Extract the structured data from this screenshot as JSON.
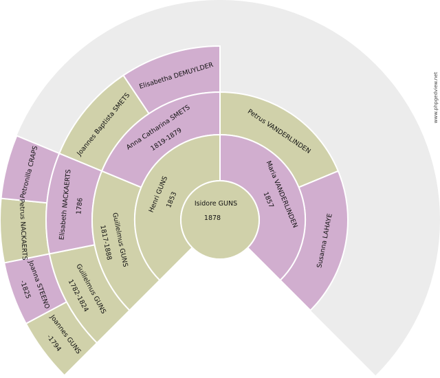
{
  "colors": {
    "background_ring": "#ececec",
    "male": "#d0d1aa",
    "female": "#d1aecf",
    "separator": "#ffffff",
    "text": "#111111"
  },
  "watermark": "www.phpgedview.net",
  "people": {
    "root": {
      "name": "Isidore GUNS",
      "dates": "1878",
      "sex": "M"
    },
    "g1_0": {
      "name": "Henri GUNS",
      "dates": "1853",
      "sex": "M"
    },
    "g1_1": {
      "name": "Maria VANDERLINDEN",
      "dates": "1857",
      "sex": "F"
    },
    "g2_0": {
      "name": "Guillelmus GUNS",
      "dates": "1817-1888",
      "sex": "M"
    },
    "g2_1": {
      "name": "Anna Catharina SMETS",
      "dates": "1819-1879",
      "sex": "F"
    },
    "g2_2": {
      "name": "Petrus VANDERLINDEN",
      "dates": "",
      "sex": "M"
    },
    "g2_3": {
      "name": "Susanna LAHAYE",
      "dates": "",
      "sex": "F"
    },
    "g3_0": {
      "name": "Guillelmus GUNS",
      "dates": "1782-1824",
      "sex": "M"
    },
    "g3_1": {
      "name": "Elisabeth NACKAERTS",
      "dates": "1786",
      "sex": "F"
    },
    "g3_2": {
      "name": "Joannes Baptista SMETS",
      "dates": "",
      "sex": "M"
    },
    "g3_3": {
      "name": "Elisabetha DEMUYLDER",
      "dates": "",
      "sex": "F"
    },
    "g4_0": {
      "name": "Joannes GUNS",
      "dates": "-1794",
      "sex": "M"
    },
    "g4_1": {
      "name": "Joanna STEENO",
      "dates": "-1825",
      "sex": "F"
    },
    "g4_2": {
      "name": "Petrus NACKAERTS",
      "dates": "",
      "sex": "M"
    },
    "g4_3": {
      "name": "Petronilla CRAPS",
      "dates": "",
      "sex": "F"
    }
  }
}
